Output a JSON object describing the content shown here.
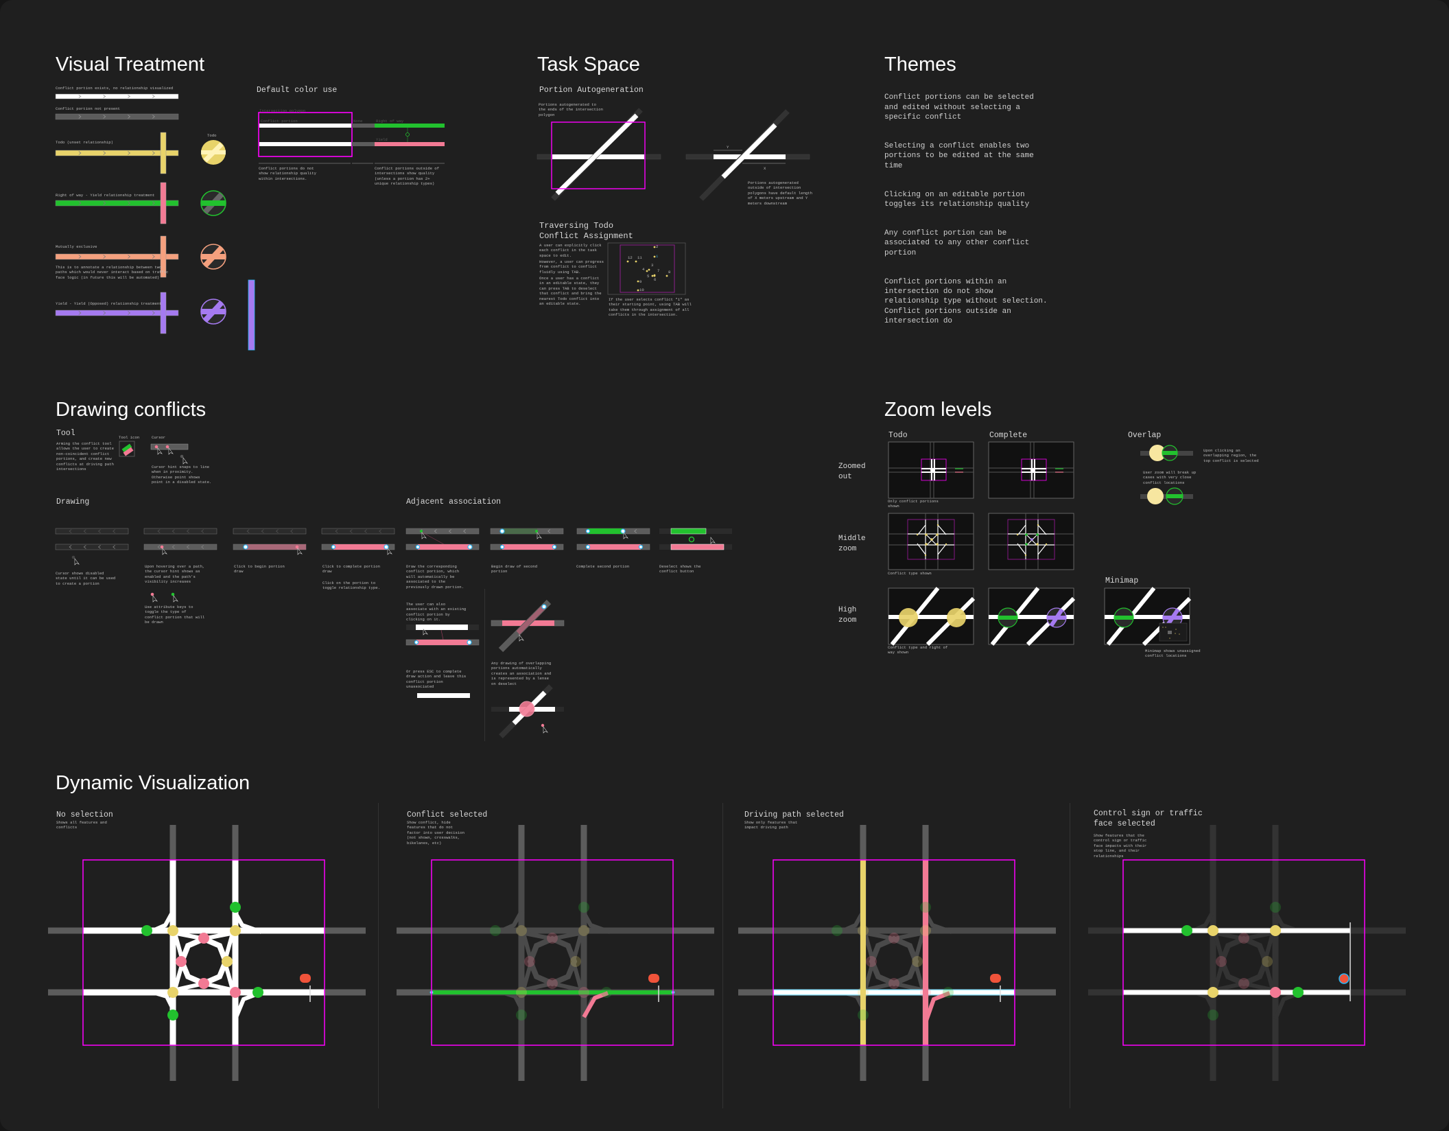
{
  "colors": {
    "background": "#1f1f1f",
    "white": "#ffffff",
    "gray": "#5c5c5c",
    "todo": "#e8d36a",
    "right_of_way": "#22c12e",
    "yield": "#f27a94",
    "mutually_exclusive": "#f4a07e",
    "yield_yield": "#a57af0",
    "intersection_polygon": "#ff00ff",
    "handle": "#29b6f6",
    "signal": "#f0533a"
  },
  "visual_treatment": {
    "title": "Visual Treatment",
    "rows": [
      {
        "label": "Conflict portion exists, no relationship visualized"
      },
      {
        "label": "Conflict portion not present"
      },
      {
        "label": "Todo (unset relationship)",
        "badge": "Todo"
      },
      {
        "label": "Right of way - Yield relationship treatment"
      },
      {
        "label": "Mutually exclusive",
        "note": "This is to annotate a relationship between two\npaths which would never interact based on traffic\nface logic (in future this will be automated)"
      },
      {
        "label": "Yield - Yield (Opposed) relationship treatment"
      }
    ],
    "default_color": {
      "title": "Default color use",
      "intersection_polygon": "Intersection polygon",
      "conflict_portion": "Conflict portion",
      "none": "None",
      "right_of_way": "Right of way",
      "yield": "Yield",
      "note_left": "Conflict portions do not\nshow relationship quality\nwithin intersections.",
      "note_right": "Conflict portions outside of\nintersections show quality\n(unless a portion has 2+\nunique relationship types)"
    }
  },
  "task_space": {
    "title": "Task Space",
    "autogen": {
      "title": "Portion Autogeneration",
      "note_left": "Portions autogenerated to\nthe ends of the intersection\npolygon",
      "label_y": "Y",
      "label_x": "X",
      "note_right": "Portions autogenerated\noutside of intersection\npolygons have default length\nof X meters upstream and Y\nmeters downstream"
    },
    "traversing": {
      "title_line1": "Traversing Todo",
      "title_line2": "Conflict Assignment",
      "p1": "A user can explicitly click\neach conflict in the task\nspace to edit.",
      "p2": "However, a user can progress\nfrom conflict to conflict\nfluidly using TAB.",
      "p3": "Once a user has a conflict\nin an editable state, they\ncan press TAB to deselect\nthat conflict and bring the\nnearest Todo conflict into\nan editable state.",
      "caption": "If the user selects conflict \"1\" as\ntheir starting point, using TAB will\ntake them through assignment of all\nconflicts in the intersection.",
      "points": [
        "1",
        "2",
        "3",
        "4",
        "5",
        "6",
        "7",
        "8",
        "9",
        "10",
        "11",
        "12"
      ]
    }
  },
  "themes": {
    "title": "Themes",
    "items": [
      "Conflict portions can be selected\nand edited without selecting a\nspecific conflict",
      "Selecting a conflict enables two\nportions to be edited at the same\ntime",
      "Clicking on an editable portion\ntoggles its relationship quality",
      "Any conflict portion can be\nassociated to any other conflict\nportion",
      "Conflict portions within an\nintersection do not show\nrelationship type without selection.\nConflict portions outside an\nintersection do"
    ]
  },
  "drawing_conflicts": {
    "title": "Drawing conflicts",
    "tool": {
      "title": "Tool",
      "desc": "Arming the conflict tool\nallows the user to create\nnon-coincident conflict\nportions, and create new\nconflicts at driving path\nintersections",
      "icon_label": "Tool icon",
      "cursor_label": "Cursor",
      "cursor_note": "Cursor hint snaps to line\nwhen in proximity.\nOtherwise point shows\npoint in a disabled state."
    },
    "drawing": {
      "title": "Drawing",
      "steps": [
        "Cursor shows disabled\nstate until it can be used\nto create a portion",
        "Upon hovering over a path,\nthe cursor hint shows as\nenabled and the path's\nvisibility increases",
        "Click to begin portion\ndraw",
        "Click to complete portion\ndraw"
      ],
      "toggle_note": "Click on the portion to\ntoggle relationship type.",
      "attribute_note": "Use attribute keys to\ntoggle the type of\nconflict portion that will\nbe drawn"
    },
    "adjacent": {
      "title": "Adjacent association",
      "steps": [
        "Draw the corresponding\nconflict portion, which\nwill automatically be\nassociated to the\npreviously drawn portion.",
        "Begin draw of second\nportion",
        "Complete second portion",
        "Deselect shows the\nconflict button"
      ],
      "existing_note": "The user can also\nassociate with an existing\nconflict portion by\nclicking on it.",
      "esc_note": "Or press ESC to complete\ndraw action and leave this\nconflict portion\nunassociated",
      "overlap_note": "Any drawing of overlapping\nportions automatically\ncreates an association and\nis represented by a lense\non deselect"
    }
  },
  "zoom_levels": {
    "title": "Zoom levels",
    "columns": [
      "Todo",
      "Complete",
      "Overlap"
    ],
    "rows": [
      "Zoomed\nout",
      "Middle\nzoom",
      "High\nzoom"
    ],
    "captions": [
      "Only conflict portions\nshown",
      "Conflict type shown",
      "Conflict type and right of\nway shown"
    ],
    "overlap_click": "Upon clicking an\noverlapping region, the\ntop conflict is selected",
    "overlap_zoom": "User zoom will break up\ncases with very close\nconflict locations",
    "minimap_title": "Minimap",
    "minimap_caption": "Minimap shows unassigned\nconflict locations"
  },
  "dynamic": {
    "title": "Dynamic Visualization",
    "panels": [
      {
        "title": "No selection",
        "desc": "Shows all features and\nconflicts",
        "mode": "all"
      },
      {
        "title": "Conflict selected",
        "desc": "Show conflict, hide\nfeatures that do not\nfactor into user decision\n(not shown, crosswalks,\nbikelanes, etc)",
        "mode": "conflict"
      },
      {
        "title": "Driving path selected",
        "desc": "Show only features that\nimpact driving path",
        "mode": "path"
      },
      {
        "title": "Control sign or traffic\nface selected",
        "desc": "Show features that the\ncontrol sign or traffic\nface impacts with their\nstop line, and their\nrelationships",
        "mode": "sign"
      }
    ]
  }
}
